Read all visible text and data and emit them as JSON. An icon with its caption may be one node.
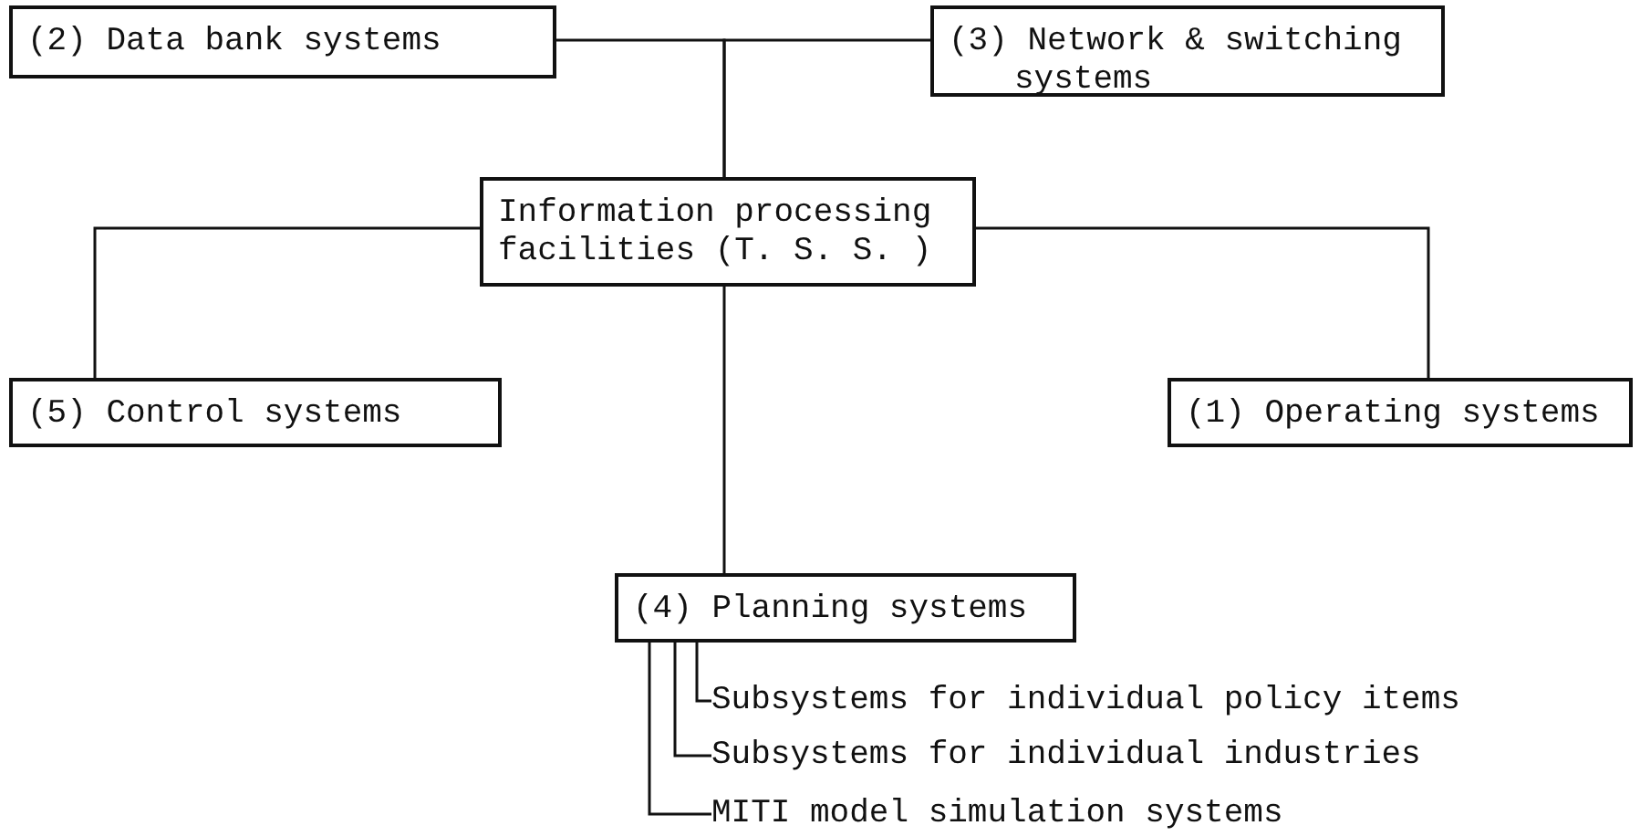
{
  "diagram": {
    "nodes": [
      {
        "text": [
          "(2) Data bank systems"
        ]
      },
      {
        "text": [
          "(3) Network & switching systems"
        ]
      },
      {
        "text": [
          "Information processing facilities (T. S. S. )"
        ]
      },
      {
        "text": [
          "(5) Control systems"
        ]
      },
      {
        "text": [
          "(1) Operating systems"
        ]
      },
      {
        "text": [
          "(4) Planning systems"
        ]
      },
      {
        "text": [
          "Subsystems for individual policy items"
        ]
      },
      {
        "text": [
          "Subsystems for individual industries"
        ]
      },
      {
        "text": [
          "MITI model simulation systems"
        ]
      }
    ],
    "edges": [
      {
        "from": 0,
        "to": 2,
        "arrow": "none"
      },
      {
        "from": 1,
        "to": 2,
        "arrow": "none"
      },
      {
        "from": 2,
        "to": 3,
        "arrow": "none"
      },
      {
        "from": 2,
        "to": 4,
        "arrow": "none"
      },
      {
        "from": 2,
        "to": 5,
        "arrow": "none"
      },
      {
        "from": 5,
        "to": 6,
        "arrow": "none"
      },
      {
        "from": 5,
        "to": 7,
        "arrow": "none"
      },
      {
        "from": 5,
        "to": 8,
        "arrow": "none"
      }
    ]
  }
}
